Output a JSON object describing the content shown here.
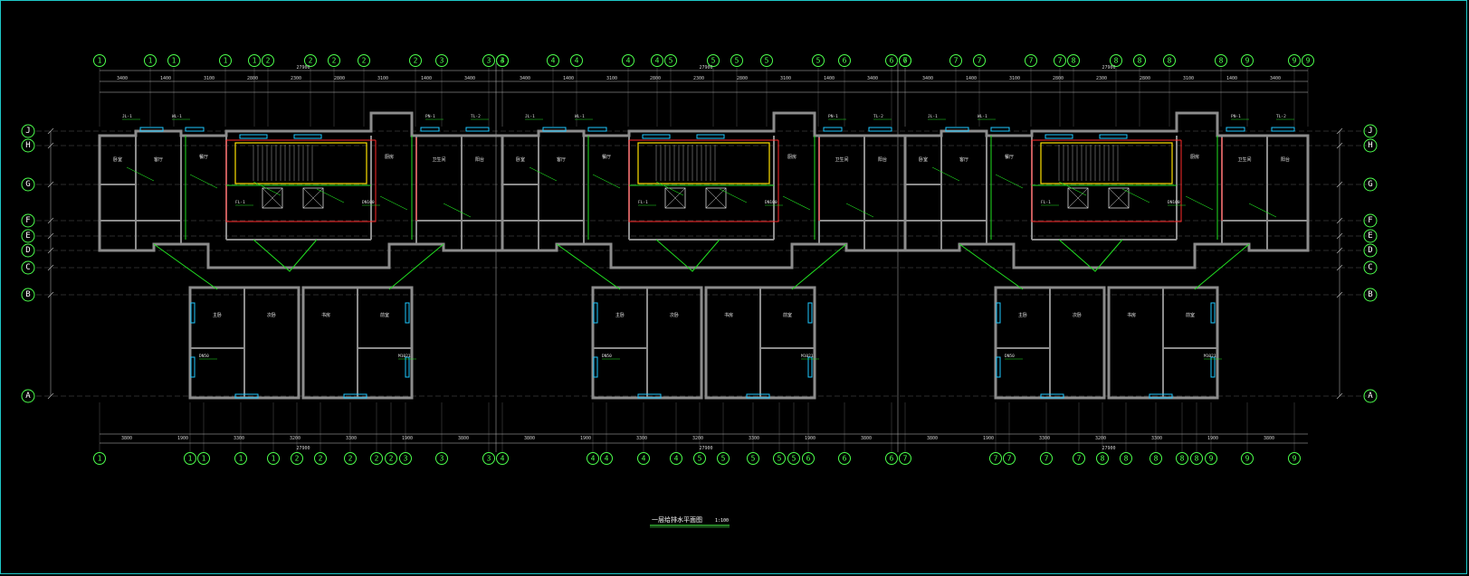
{
  "drawing": {
    "title": "一层给排水平面图",
    "scale": "1:100",
    "colors": {
      "background": "#000000",
      "frame": "#1fc8c8",
      "wall": "#8c8c8c",
      "axis_bubble": "#4cff4c",
      "pipe": "#21e021",
      "pipe_red": "#ff2a2a",
      "window": "#1ec8ff",
      "stair_yellow": "#ffe100",
      "dim_line": "#bfbfbf"
    },
    "row_axes": [
      "J",
      "H",
      "G",
      "F",
      "E",
      "D",
      "C",
      "B",
      "A"
    ],
    "overall_dimensions": [
      "27900",
      "27900",
      "27900"
    ],
    "top_dimensions": [
      "3400",
      "1400",
      "3100",
      "2800",
      "2300",
      "2800",
      "3100",
      "1400",
      "3400"
    ],
    "bottom_dimensions": [
      "3800",
      "1900",
      "3300",
      "3200",
      "3300",
      "1900",
      "3800"
    ],
    "room_labels": [
      "卧室",
      "客厅",
      "餐厅",
      "厨房",
      "卫生间",
      "阳台",
      "主卧",
      "次卧",
      "书房",
      "前室"
    ],
    "tags": [
      "JL-1",
      "WL-1",
      "FL-1",
      "DN100",
      "PN-1",
      "TL-2",
      "DN50",
      "M1021"
    ]
  }
}
